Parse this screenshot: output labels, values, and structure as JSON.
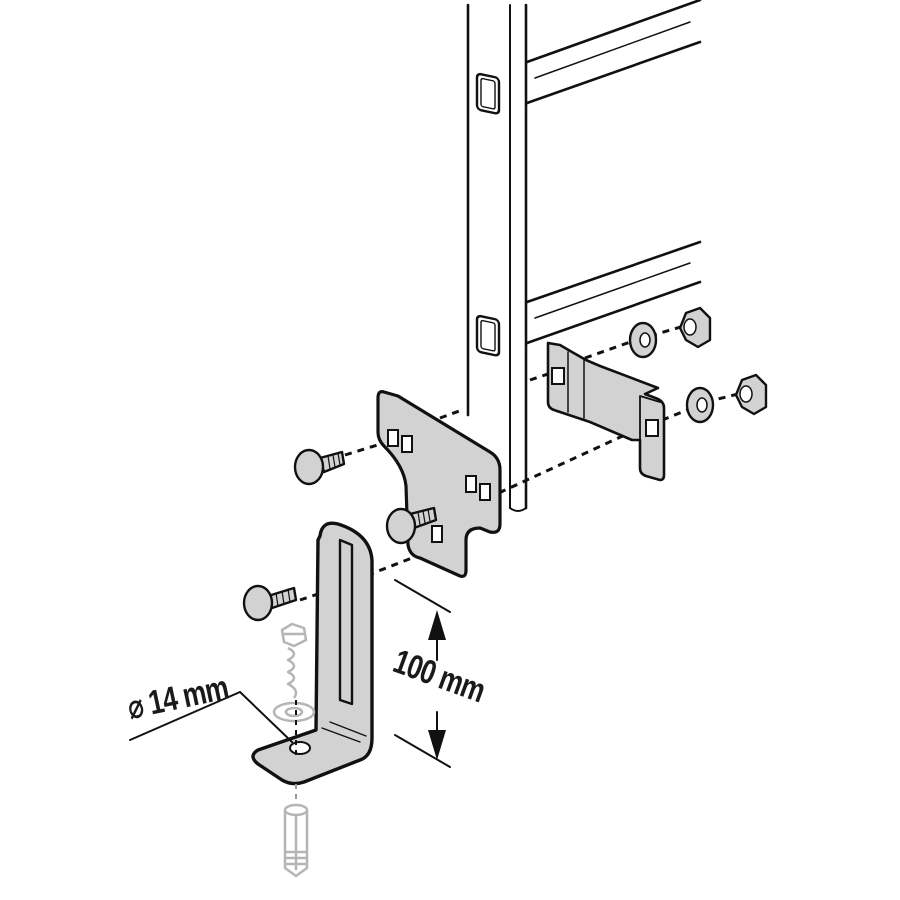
{
  "diagram": {
    "type": "assembly-instruction",
    "subject": "ladder wall-mounting bracket kit",
    "colors": {
      "stroke": "#111111",
      "metal_fill": "#d2d2d2",
      "hardware_fill": "#d6d6d6",
      "ghost_stroke": "#b5b5b5",
      "background": "#ffffff"
    },
    "labels": {
      "hole_diameter": "⌀ 14 mm",
      "height_adjust": "100 mm"
    },
    "parts": [
      {
        "id": "ladder-rail",
        "description": "vertical ladder stile with square holes"
      },
      {
        "id": "ladder-rung-upper",
        "description": "upper rung"
      },
      {
        "id": "ladder-rung-lower",
        "description": "lower rung"
      },
      {
        "id": "adapter-plate",
        "description": "flat plate with square holes"
      },
      {
        "id": "clamp-bracket",
        "description": "U-shaped clamp bracket behind rail"
      },
      {
        "id": "carriage-bolts",
        "count": 3
      },
      {
        "id": "washers",
        "count": 2
      },
      {
        "id": "nuts",
        "count": 2
      },
      {
        "id": "l-bracket",
        "description": "slotted L-shaped floor bracket"
      },
      {
        "id": "hex-screw",
        "description": "wood/anchor screw (ghosted)"
      },
      {
        "id": "washer-floor",
        "description": "floor washer (ghosted)"
      },
      {
        "id": "wall-plug",
        "description": "expansion anchor (ghosted)"
      }
    ]
  }
}
